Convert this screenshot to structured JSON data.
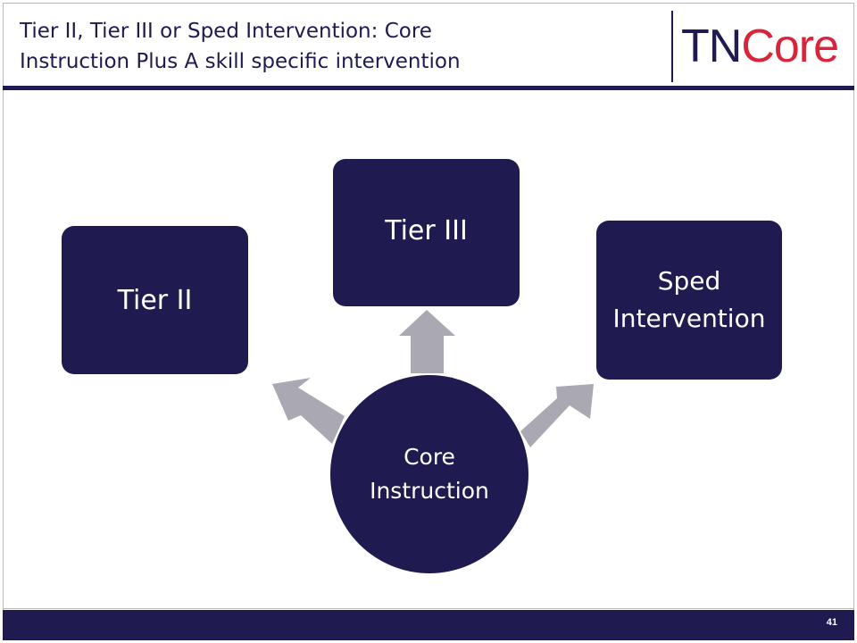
{
  "slide": {
    "title_line1": "Tier II, Tier III or Sped Intervention: Core",
    "title_line2": "Instruction Plus A skill specific intervention",
    "page_number": "41"
  },
  "logo": {
    "tn": "TN",
    "core": "Core"
  },
  "diagram": {
    "center": {
      "line1": "Core",
      "line2": "Instruction"
    },
    "nodes": [
      {
        "line1": "Tier II"
      },
      {
        "line1": "Tier III"
      },
      {
        "line1": "Sped",
        "line2": "Intervention"
      }
    ]
  },
  "colors": {
    "navy": "#1f1a4f",
    "arrow_gray": "#a9a8b3",
    "logo_red": "#d8253a"
  }
}
